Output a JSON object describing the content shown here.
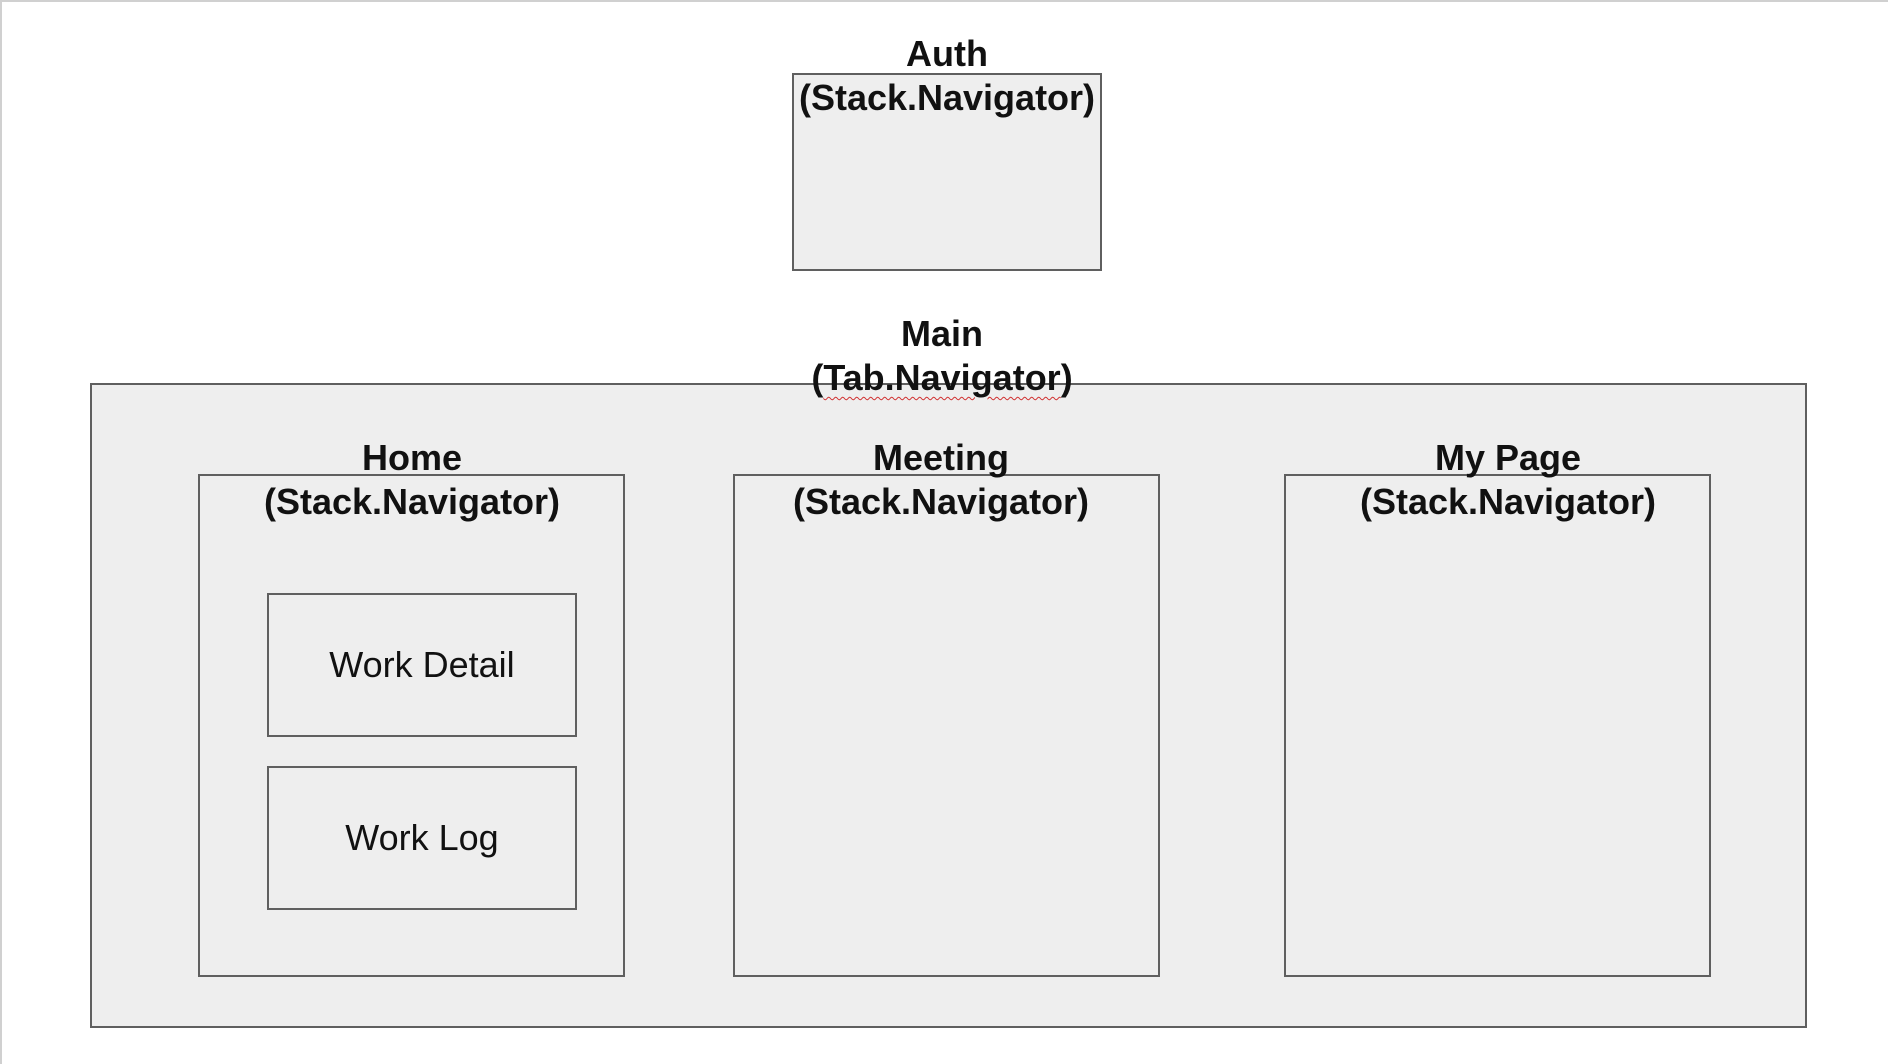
{
  "auth": {
    "name": "Auth",
    "type": "(Stack.Navigator)"
  },
  "main": {
    "name": "Main",
    "type_open": "(",
    "type_word": "Tab.Navigator",
    "type_close": ")"
  },
  "tabs": [
    {
      "name": "Home",
      "type": "(Stack.Navigator)",
      "screens": [
        "Work Detail",
        "Work Log"
      ]
    },
    {
      "name": "Meeting",
      "type": "(Stack.Navigator)",
      "screens": []
    },
    {
      "name": "My Page",
      "type": "(Stack.Navigator)",
      "screens": []
    }
  ],
  "colors": {
    "box_fill": "#eeeeee",
    "box_border": "#5f5f5f",
    "spellcheck_underline": "#d03030"
  }
}
